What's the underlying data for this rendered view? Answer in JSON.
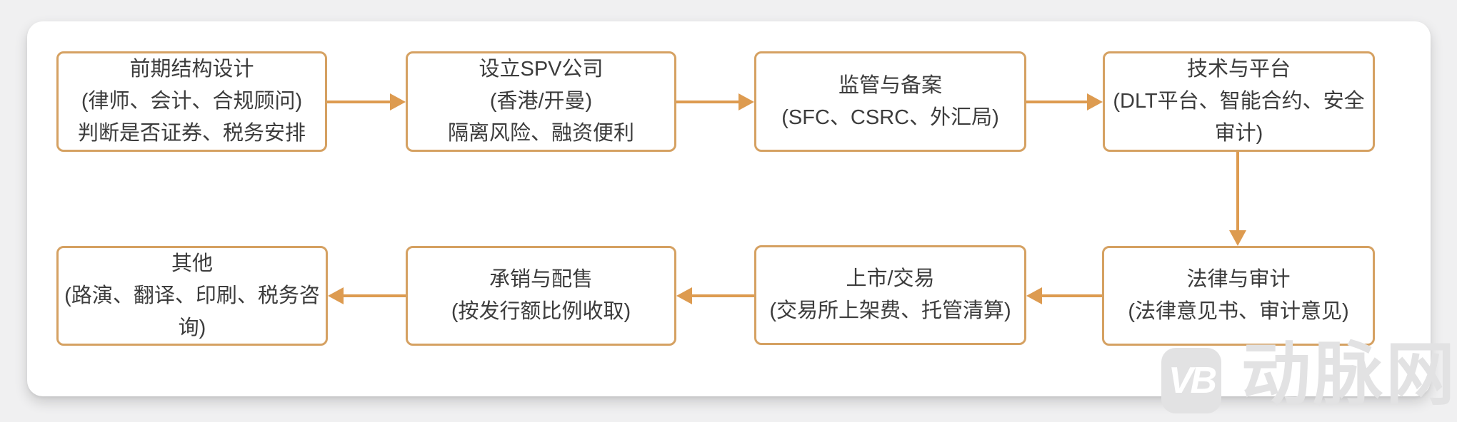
{
  "colors": {
    "accent": "#DD9B50",
    "box_border": "#D5A162",
    "text": "#3C3C3C",
    "watermark": "#E2E2E3",
    "background": "#F0F0F1",
    "card": "#FFFFFF"
  },
  "diagram": {
    "nodes": [
      {
        "id": "pre",
        "lines": [
          "前期结构设计",
          "(律师、会计、合规顾问)",
          "判断是否证券、税务安排"
        ]
      },
      {
        "id": "spv",
        "lines": [
          "设立SPV公司",
          "(香港/开曼)",
          "隔离风险、融资便利"
        ]
      },
      {
        "id": "reg",
        "lines": [
          "监管与备案",
          "(SFC、CSRC、外汇局)"
        ]
      },
      {
        "id": "tech",
        "lines": [
          "技术与平台",
          "(DLT平台、智能合约、安全审计)"
        ]
      },
      {
        "id": "legal",
        "lines": [
          "法律与审计",
          "(法律意见书、审计意见)"
        ]
      },
      {
        "id": "listing",
        "lines": [
          "上市/交易",
          "(交易所上架费、托管清算)"
        ]
      },
      {
        "id": "underwr",
        "lines": [
          "承销与配售",
          "(按发行额比例收取)"
        ]
      },
      {
        "id": "other",
        "lines": [
          "其他",
          "(路演、翻译、印刷、税务咨询)"
        ]
      }
    ],
    "edges": [
      {
        "from": "pre",
        "to": "spv",
        "direction": "right"
      },
      {
        "from": "spv",
        "to": "reg",
        "direction": "right"
      },
      {
        "from": "reg",
        "to": "tech",
        "direction": "right"
      },
      {
        "from": "tech",
        "to": "legal",
        "direction": "down"
      },
      {
        "from": "legal",
        "to": "listing",
        "direction": "left"
      },
      {
        "from": "listing",
        "to": "underwr",
        "direction": "left"
      },
      {
        "from": "underwr",
        "to": "other",
        "direction": "left"
      }
    ]
  },
  "watermark": {
    "logo_text": "VB",
    "brand": "动脉网"
  }
}
